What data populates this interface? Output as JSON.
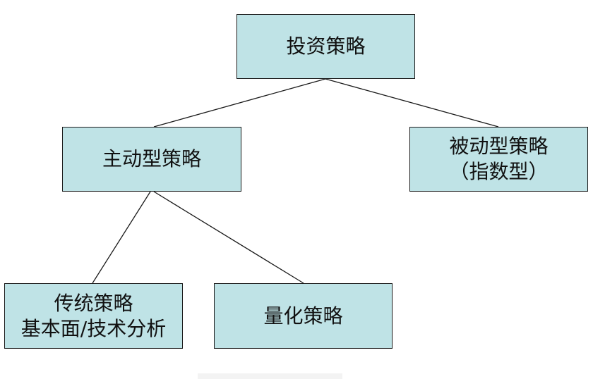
{
  "diagram": {
    "colors": {
      "node_fill": "#bfe3e6",
      "border": "#1a1a1a",
      "text": "#111111"
    },
    "nodes": {
      "root": {
        "lines": [
          "投资策略"
        ]
      },
      "active": {
        "lines": [
          "主动型策略"
        ]
      },
      "passive": {
        "lines": [
          "被动型策略",
          "（指数型）"
        ]
      },
      "traditional": {
        "lines": [
          "传统策略",
          "基本面/技术分析"
        ]
      },
      "quantitative": {
        "lines": [
          "量化策略"
        ]
      }
    },
    "edges": [
      {
        "from": "root",
        "to": "active"
      },
      {
        "from": "root",
        "to": "passive"
      },
      {
        "from": "active",
        "to": "traditional"
      },
      {
        "from": "active",
        "to": "quantitative"
      }
    ]
  }
}
